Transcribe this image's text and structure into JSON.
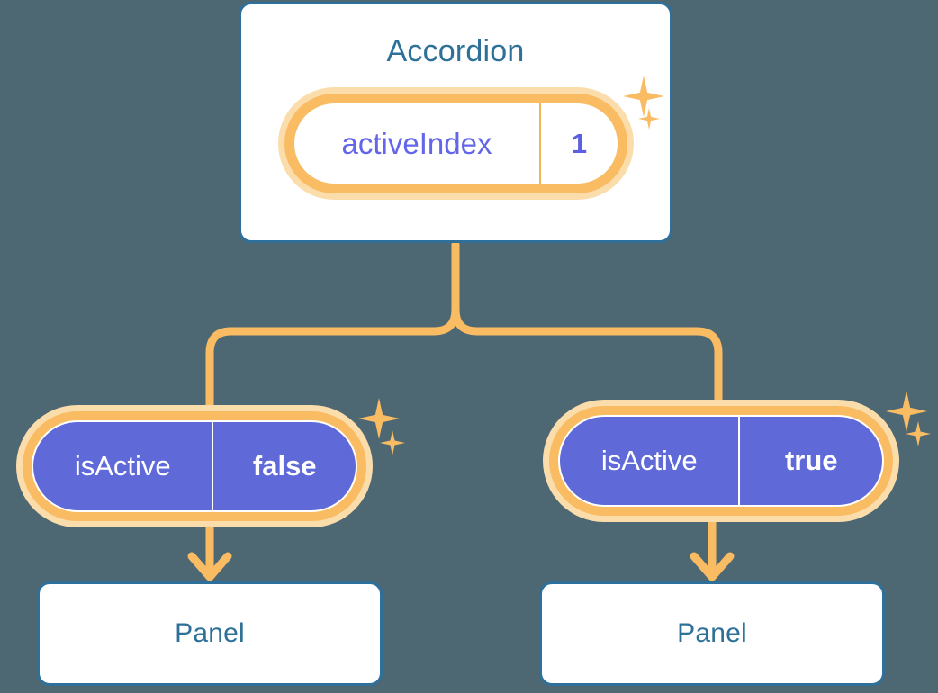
{
  "diagram": {
    "background_color": "#4d6773",
    "accent_orange": "#f9bc63",
    "halo_orange": "#fbdcab",
    "purple": "#5f6ad8",
    "purple_text": "#6366e8",
    "blue_border": "#2e7099",
    "blue_text": "#2d7098"
  },
  "root": {
    "title": "Accordion",
    "state": {
      "key": "activeIndex",
      "value": "1"
    }
  },
  "children": [
    {
      "state": {
        "key": "isActive",
        "value": "false"
      },
      "panel": {
        "title": "Panel"
      }
    },
    {
      "state": {
        "key": "isActive",
        "value": "true"
      },
      "panel": {
        "title": "Panel"
      }
    }
  ],
  "sparkles": [
    {
      "name": "sparkle-root-large"
    },
    {
      "name": "sparkle-root-small"
    },
    {
      "name": "sparkle-left-large"
    },
    {
      "name": "sparkle-left-small"
    },
    {
      "name": "sparkle-right-large"
    },
    {
      "name": "sparkle-right-small"
    }
  ]
}
